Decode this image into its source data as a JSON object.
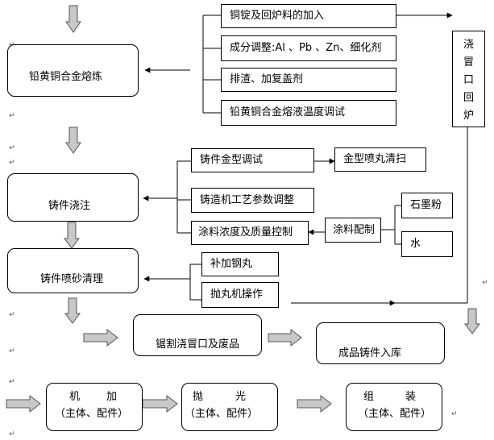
{
  "main_steps": {
    "smelting": "铅黄铜合金熔炼",
    "pouring": "铸件浇注",
    "shot_blast": "铸件喷砂清理",
    "saw": "锯割浇冒口及废品",
    "storage": "成品铸件入库",
    "machining": {
      "title_a": "机",
      "title_b": "加",
      "sub": "（主体、配件）"
    },
    "polishing": {
      "title_a": "抛",
      "title_b": "光",
      "sub": "（主体、配件）"
    },
    "assembly": {
      "title_a": "组",
      "title_b": "装",
      "sub": "（主体、配件）"
    }
  },
  "smelting_inputs": [
    "铜锭及回炉料的加入",
    "成分调整:Al 、Pb 、Zn、细化剂",
    "排渣、加复盖剂",
    "铅黄铜合金熔液温度调试"
  ],
  "return_furnace": [
    "浇",
    "冒",
    "口",
    "回",
    "炉"
  ],
  "pouring_inputs": {
    "mold_debug": "铸件金型调试",
    "mold_clean": "金型喷丸清扫",
    "process_params": "铸造机工艺参数调整",
    "coating_control": "涂料浓度及质量控制",
    "coating_mix": "涂料配制",
    "graphite": "石墨粉",
    "water": "水"
  },
  "shot_inputs": {
    "add_shot": "补加钢丸",
    "machine_op": "抛丸机操作"
  },
  "return_mark": "↵"
}
